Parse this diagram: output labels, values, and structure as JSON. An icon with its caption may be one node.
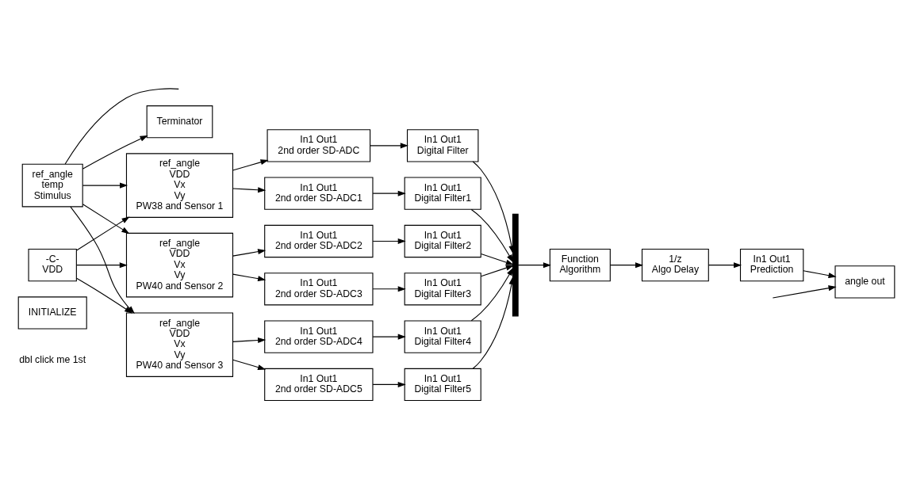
{
  "diagram": {
    "nodes": [
      {
        "text": [
          "INITIALIZE"
        ],
        "beside": [
          "dbl click me 1st"
        ]
      },
      {
        "text": [
          "ref_angle",
          "temp",
          "Stimulus"
        ]
      },
      {
        "text": [
          "Terminator"
        ]
      },
      {
        "text": [
          "-C-",
          "VDD"
        ]
      },
      {
        "text": [
          "ref_angle",
          "VDD",
          "Vx",
          "Vy",
          "PW38 and Sensor 1"
        ]
      },
      {
        "text": [
          "In1 Out1",
          "2nd order SD-ADC"
        ]
      },
      {
        "text": [
          "In1 Out1",
          "Digital Filter"
        ]
      },
      {
        "text": [
          "In1 Out1",
          "2nd order SD-ADC1"
        ]
      },
      {
        "text": [
          "In1 Out1",
          "Digital Filter1"
        ]
      },
      {
        "text": [
          "ref_angle",
          "VDD",
          "Vx",
          "Vy",
          "PW40 and Sensor 2"
        ]
      },
      {
        "text": [
          "In1 Out1",
          "2nd order SD-ADC2"
        ]
      },
      {
        "text": [
          "In1 Out1",
          "Digital Filter2"
        ]
      },
      {
        "text": [
          "In1 Out1",
          "2nd order SD-ADC3"
        ]
      },
      {
        "text": [
          "In1 Out1",
          "Digital Filter3"
        ]
      },
      {
        "text": [
          "ref_angle",
          "VDD",
          "Vx",
          "Vy",
          "PW40 and Sensor 3"
        ]
      },
      {
        "text": [
          "In1 Out1",
          "2nd order SD-ADC4"
        ]
      },
      {
        "text": [
          "In1 Out1",
          "Digital Filter4"
        ]
      },
      {
        "text": [
          "In1 Out1",
          "2nd order SD-ADC5"
        ]
      },
      {
        "text": [
          "In1 Out1",
          "Digital Filter5"
        ]
      },
      {
        "text": [],
        "shape": "bar"
      },
      {
        "text": [
          "Function",
          "Algorithm"
        ]
      },
      {
        "text": [
          "1/z",
          "Algo Delay"
        ]
      },
      {
        "text": [
          "In1 Out1",
          "Prediction"
        ]
      },
      {
        "text": [
          "angle out"
        ]
      }
    ],
    "edges": [
      {
        "from": 1,
        "to": 4,
        "arrow": "to"
      },
      {
        "from": 1,
        "to": 9,
        "arrow": "to"
      },
      {
        "from": 1,
        "to": 14,
        "arrow": "to"
      },
      {
        "from": 1,
        "to": null,
        "arrow": "none"
      },
      {
        "from": 1,
        "to": 2,
        "arrow": "to"
      },
      {
        "from": 3,
        "to": 4,
        "arrow": "to"
      },
      {
        "from": 3,
        "to": 9,
        "arrow": "to"
      },
      {
        "from": 3,
        "to": 14,
        "arrow": "to"
      },
      {
        "from": 4,
        "to": 5,
        "arrow": "to"
      },
      {
        "from": 4,
        "to": 7,
        "arrow": "to"
      },
      {
        "from": 5,
        "to": 6,
        "arrow": "to"
      },
      {
        "from": 7,
        "to": 8,
        "arrow": "to"
      },
      {
        "from": 9,
        "to": 10,
        "arrow": "to"
      },
      {
        "from": 9,
        "to": 12,
        "arrow": "to"
      },
      {
        "from": 10,
        "to": 11,
        "arrow": "to"
      },
      {
        "from": 12,
        "to": 13,
        "arrow": "to"
      },
      {
        "from": 14,
        "to": 15,
        "arrow": "to"
      },
      {
        "from": 14,
        "to": 17,
        "arrow": "to"
      },
      {
        "from": 15,
        "to": 16,
        "arrow": "to"
      },
      {
        "from": 17,
        "to": 18,
        "arrow": "to"
      },
      {
        "from": 6,
        "to": 19,
        "arrow": "to"
      },
      {
        "from": 8,
        "to": 19,
        "arrow": "to"
      },
      {
        "from": 11,
        "to": 19,
        "arrow": "to"
      },
      {
        "from": 13,
        "to": 19,
        "arrow": "to"
      },
      {
        "from": 16,
        "to": 19,
        "arrow": "to"
      },
      {
        "from": 18,
        "to": 19,
        "arrow": "to"
      },
      {
        "from": 19,
        "to": 20,
        "arrow": "to"
      },
      {
        "from": 20,
        "to": 21,
        "arrow": "to"
      },
      {
        "from": 21,
        "to": 22,
        "arrow": "to"
      },
      {
        "from": 22,
        "to": 23,
        "arrow": "to"
      },
      {
        "from": null,
        "to": 23,
        "arrow": "to"
      }
    ]
  }
}
